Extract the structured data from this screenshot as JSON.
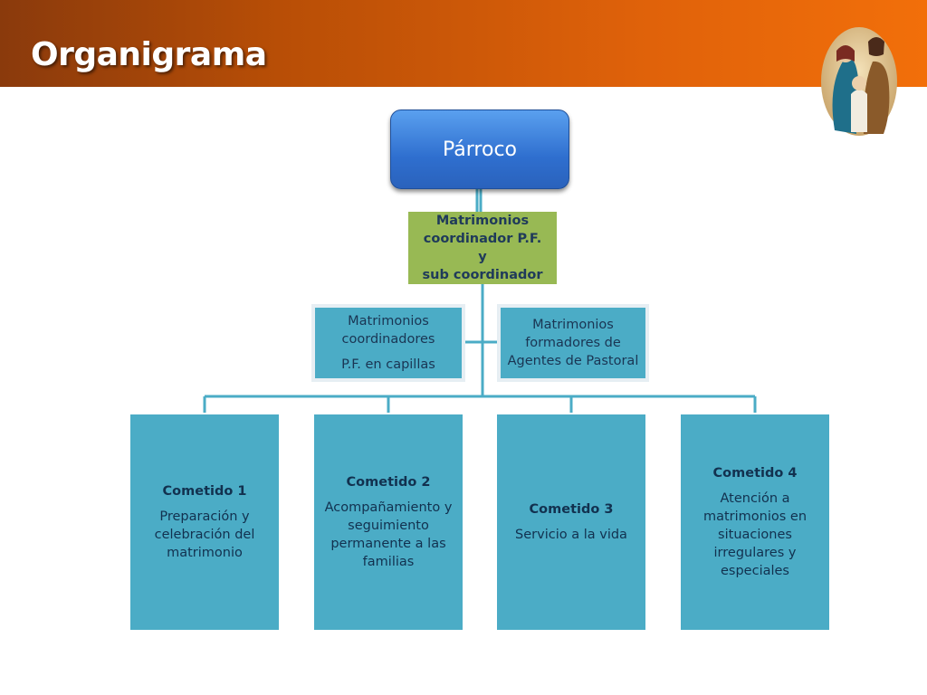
{
  "header": {
    "title": "Organigrama"
  },
  "org": {
    "root": "Párroco",
    "level2": {
      "lines": [
        "Matrimonios",
        "coordinador P.F.",
        "y",
        "sub coordinador"
      ]
    },
    "assistant_left": {
      "line1": "Matrimonios",
      "line2": "coordinadores",
      "line3": "P.F. en capillas"
    },
    "assistant_right": {
      "line1": "Matrimonios",
      "line2": "formadores de",
      "line3": "Agentes de Pastoral"
    },
    "tasks": [
      {
        "title": "Cometido 1",
        "desc": "Preparación y celebración del matrimonio"
      },
      {
        "title": "Cometido 2",
        "desc": "Acompañamiento y seguimiento permanente a las familias"
      },
      {
        "title": "Cometido 3",
        "desc": "Servicio a la vida"
      },
      {
        "title": "Cometido 4",
        "desc": "Atención a matrimonios en situaciones irregulares y especiales"
      }
    ]
  },
  "colors": {
    "header_start": "#8a3a0c",
    "header_end": "#f26f0a",
    "root": "#3a7ad8",
    "level2": "#98b954",
    "boxes": "#4bacc6",
    "connector": "#4bacc6"
  }
}
